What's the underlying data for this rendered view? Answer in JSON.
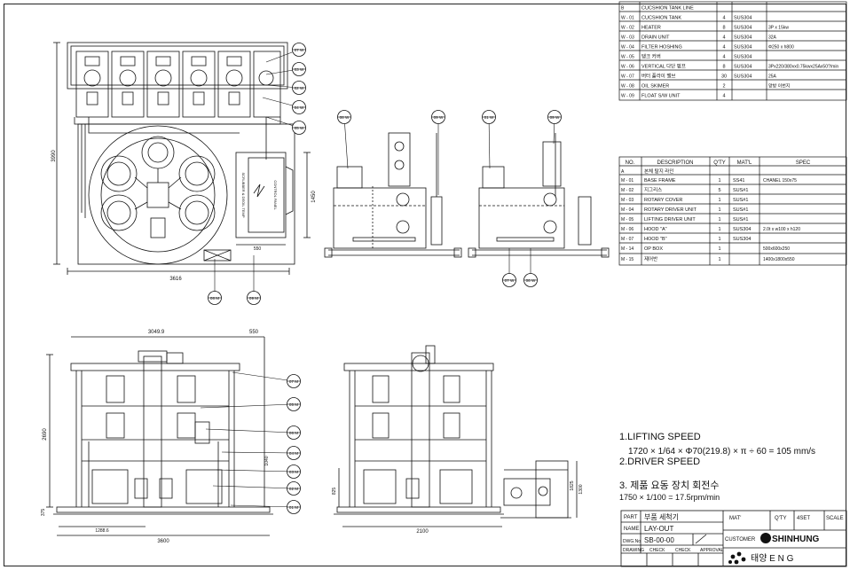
{
  "upper_table": {
    "rows": [
      {
        "code": "B",
        "desc": "CUCSHION TANK LINE",
        "qty": "",
        "mat": "",
        "spec": ""
      },
      {
        "code": "W - 01",
        "desc": "CUCSHION TANK",
        "qty": "4",
        "mat": "SUS304",
        "spec": ""
      },
      {
        "code": "W - 02",
        "desc": "HEATER",
        "qty": "8",
        "mat": "SUS304",
        "spec": "3P x 15kw"
      },
      {
        "code": "W - 03",
        "desc": "DRAIN UNIT",
        "qty": "4",
        "mat": "SUS304",
        "spec": "32A"
      },
      {
        "code": "W - 04",
        "desc": "FILTER HOSHING",
        "qty": "4",
        "mat": "SUS304",
        "spec": "Φ250 x h800"
      },
      {
        "code": "W - 05",
        "desc": "탱크 커버",
        "qty": "4",
        "mat": "SUS304",
        "spec": ""
      },
      {
        "code": "W - 06",
        "desc": "VERTICAL 다단 펌프",
        "qty": "8",
        "mat": "SUS304",
        "spec": "3Px220/380vx0.75kwx25Ax50?/min"
      },
      {
        "code": "W - 07",
        "desc": "버터 플라이 밸브",
        "qty": "30",
        "mat": "SUS304",
        "spec": "25A"
      },
      {
        "code": "W - 08",
        "desc": "OIL SKIMER",
        "qty": "2",
        "mat": "",
        "spec": "양방 이번지"
      },
      {
        "code": "W - 09",
        "desc": "FLOAT S/W UNIT",
        "qty": "4",
        "mat": "",
        "spec": ""
      }
    ]
  },
  "lower_table": {
    "headers": [
      "NO.",
      "DESCRIPTION",
      "Q'TY",
      "MAT'L",
      "SPEC"
    ],
    "rows": [
      {
        "code": "A",
        "desc": "본체 탈지 라인",
        "qty": "",
        "mat": "",
        "spec": ""
      },
      {
        "code": "M - 01",
        "desc": "BASE FRAME",
        "qty": "1",
        "mat": "SS41",
        "spec": "CHANEL 150x75"
      },
      {
        "code": "M - 02",
        "desc": "지그리스",
        "qty": "5",
        "mat": "SUS#1",
        "spec": ""
      },
      {
        "code": "M - 03",
        "desc": "ROTARY COVER",
        "qty": "1",
        "mat": "SUS#1",
        "spec": ""
      },
      {
        "code": "M - 04",
        "desc": "ROTARY DRIVER UNIT",
        "qty": "1",
        "mat": "SUS#1",
        "spec": ""
      },
      {
        "code": "M - 05",
        "desc": "LIFTING DRIVER UNIT",
        "qty": "1",
        "mat": "SUS#1",
        "spec": ""
      },
      {
        "code": "M - 06",
        "desc": "HOOD \"A\"",
        "qty": "1",
        "mat": "SUS304",
        "spec": "2.0t x w100 x h120"
      },
      {
        "code": "M - 07",
        "desc": "HOOD \"B\"",
        "qty": "1",
        "mat": "SUS304",
        "spec": ""
      },
      {
        "code": "M - 14",
        "desc": "OP BOX",
        "qty": "1",
        "mat": "",
        "spec": "500x600x250"
      },
      {
        "code": "M - 15",
        "desc": "제어반",
        "qty": "1",
        "mat": "",
        "spec": "1400x1800x550"
      }
    ]
  },
  "notes": {
    "line1_title": "1.LIFTING  SPEED",
    "line1_formula": "1720 × 1/64 × Φ70(219.8) × π ÷ 60  =  105 mm/s",
    "line2_title": "2.DRIVER  SPEED",
    "line3_title": "3. 제품 요동 장치 회전수",
    "line3_formula": "1750 × 1/100 = 17.5rpm/min"
  },
  "title_block": {
    "part_label": "PART",
    "part_value": "부품 세척기",
    "name_label": "NAME",
    "name_value": "LAY-OUT",
    "dwg_label": "DWG.No",
    "dwg_value": "SB-00-00",
    "mat_label": "MAT'",
    "qty_label": "Q'TY",
    "set_label": "4SET",
    "scale_label": "SCALE",
    "customer_label": "CUSTOMER",
    "brand": "SHINHUNG",
    "company": "태양  E N G",
    "drawing_label": "DRAWING",
    "check_label": "CHECK",
    "check2_label": "CHECK",
    "approval_label": "APPROVAL"
  },
  "plan_view": {
    "side_panel_label_1": "CONTROL PANEL",
    "side_panel_label_2": "SCRUBBER & DEOIL TEMP",
    "dim_width": "3616",
    "dim_height": "3990",
    "dim_right": "1450",
    "dim_small": "550",
    "callouts": [
      "07 W",
      "03 W",
      "02 W",
      "04 W",
      "05 W"
    ],
    "bottom_callouts": [
      "08 M",
      "09 M"
    ]
  },
  "tank_views": {
    "callouts_left": [
      "08 W",
      "09 W"
    ],
    "callouts_right": [
      "01 W",
      "09 W"
    ],
    "bottom_callouts": [
      "07 W",
      "06 W"
    ]
  },
  "front_view": {
    "dim_top": "3049.9",
    "dim_top_right": "550",
    "dim_height": "2690",
    "dim_bottom_left": "1288.6",
    "dim_total": "3600",
    "dim_left_small": "375",
    "dim_mid": "1040",
    "callouts": [
      "07 M",
      "05 M",
      "06 M",
      "04 M",
      "03 M",
      "02 M",
      "01 M"
    ]
  },
  "side_view": {
    "dim_total": "2100",
    "dim_small": "825",
    "dim_box_h": "1300",
    "dim_box_w": "1825"
  }
}
